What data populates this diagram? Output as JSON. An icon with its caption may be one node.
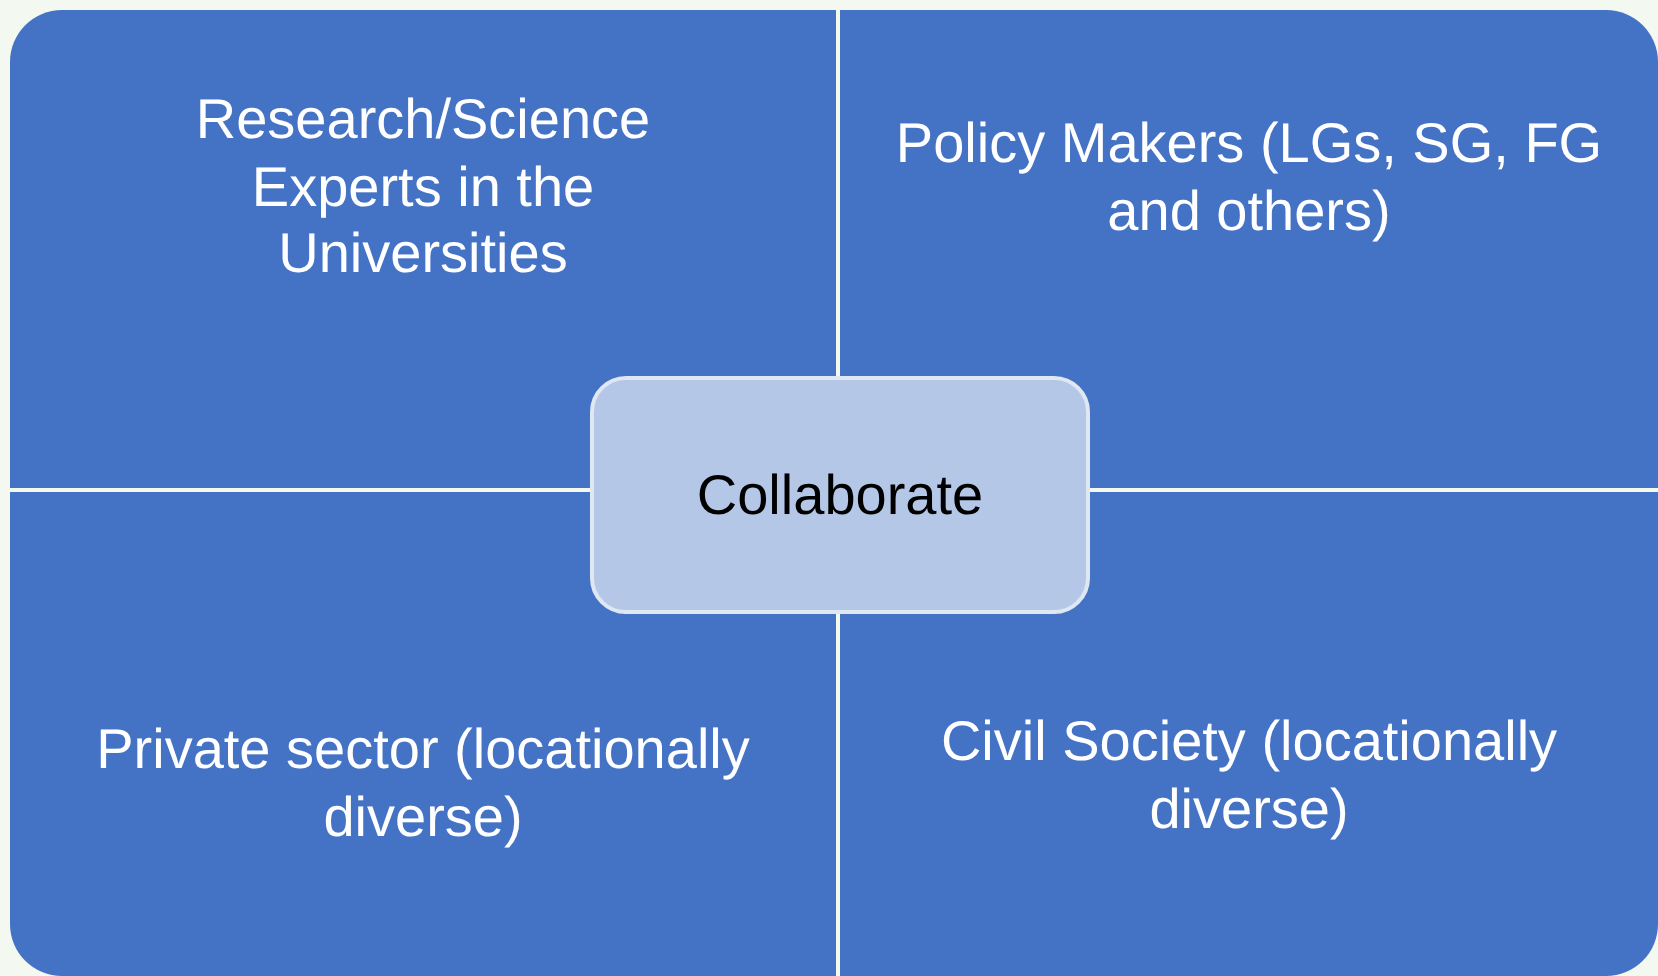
{
  "diagram": {
    "nodes": [
      {
        "text": [
          "Research/Science Experts in the Universities"
        ]
      },
      {
        "text": [
          "Policy Makers (LGs, SG, FG and others)"
        ]
      },
      {
        "text": [
          "Private sector (locationally diverse)"
        ]
      },
      {
        "text": [
          "Civil Society (locationally diverse)"
        ]
      },
      {
        "text": [
          "Collaborate"
        ]
      }
    ]
  }
}
